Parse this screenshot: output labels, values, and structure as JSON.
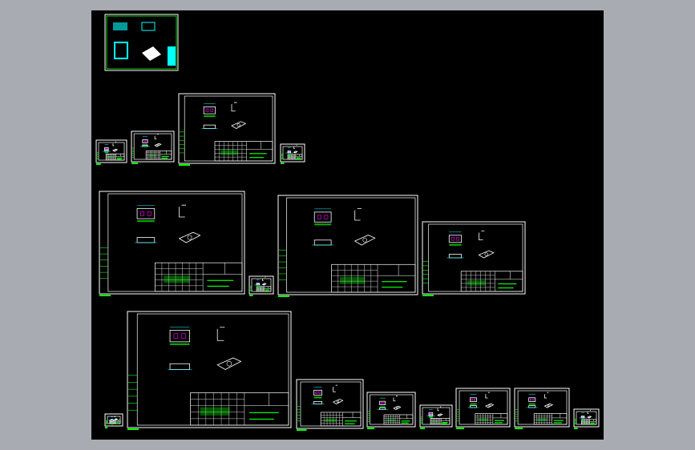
{
  "window": {
    "background_color": "#a9abb3"
  },
  "cad_viewport": {
    "background_color": "#000000",
    "line_colors": {
      "border": "#ffffff",
      "geometry": "#00ffff",
      "annotation": "#00ff00",
      "highlight": "#ff00ff",
      "accent_fill": "#00ffff"
    },
    "sheets": [
      {
        "id": "cover-preview",
        "kind": "render-preview"
      },
      {
        "id": "small-sheet-1",
        "kind": "drawing-small"
      },
      {
        "id": "small-sheet-2",
        "kind": "drawing-small"
      },
      {
        "id": "sheet-a",
        "kind": "drawing-medium"
      },
      {
        "id": "small-sheet-3",
        "kind": "drawing-small"
      },
      {
        "id": "sheet-b",
        "kind": "drawing-large"
      },
      {
        "id": "small-sheet-4",
        "kind": "drawing-small"
      },
      {
        "id": "sheet-c",
        "kind": "drawing-large"
      },
      {
        "id": "sheet-d",
        "kind": "drawing-medium"
      },
      {
        "id": "sheet-e",
        "kind": "drawing-large"
      },
      {
        "id": "small-sheet-5",
        "kind": "drawing-small"
      },
      {
        "id": "sheet-f",
        "kind": "drawing-medium"
      },
      {
        "id": "small-sheet-6",
        "kind": "drawing-small"
      },
      {
        "id": "small-sheet-7",
        "kind": "drawing-small"
      },
      {
        "id": "sheet-g",
        "kind": "drawing-medium"
      },
      {
        "id": "sheet-h",
        "kind": "drawing-medium"
      },
      {
        "id": "small-sheet-8",
        "kind": "drawing-small"
      }
    ]
  }
}
